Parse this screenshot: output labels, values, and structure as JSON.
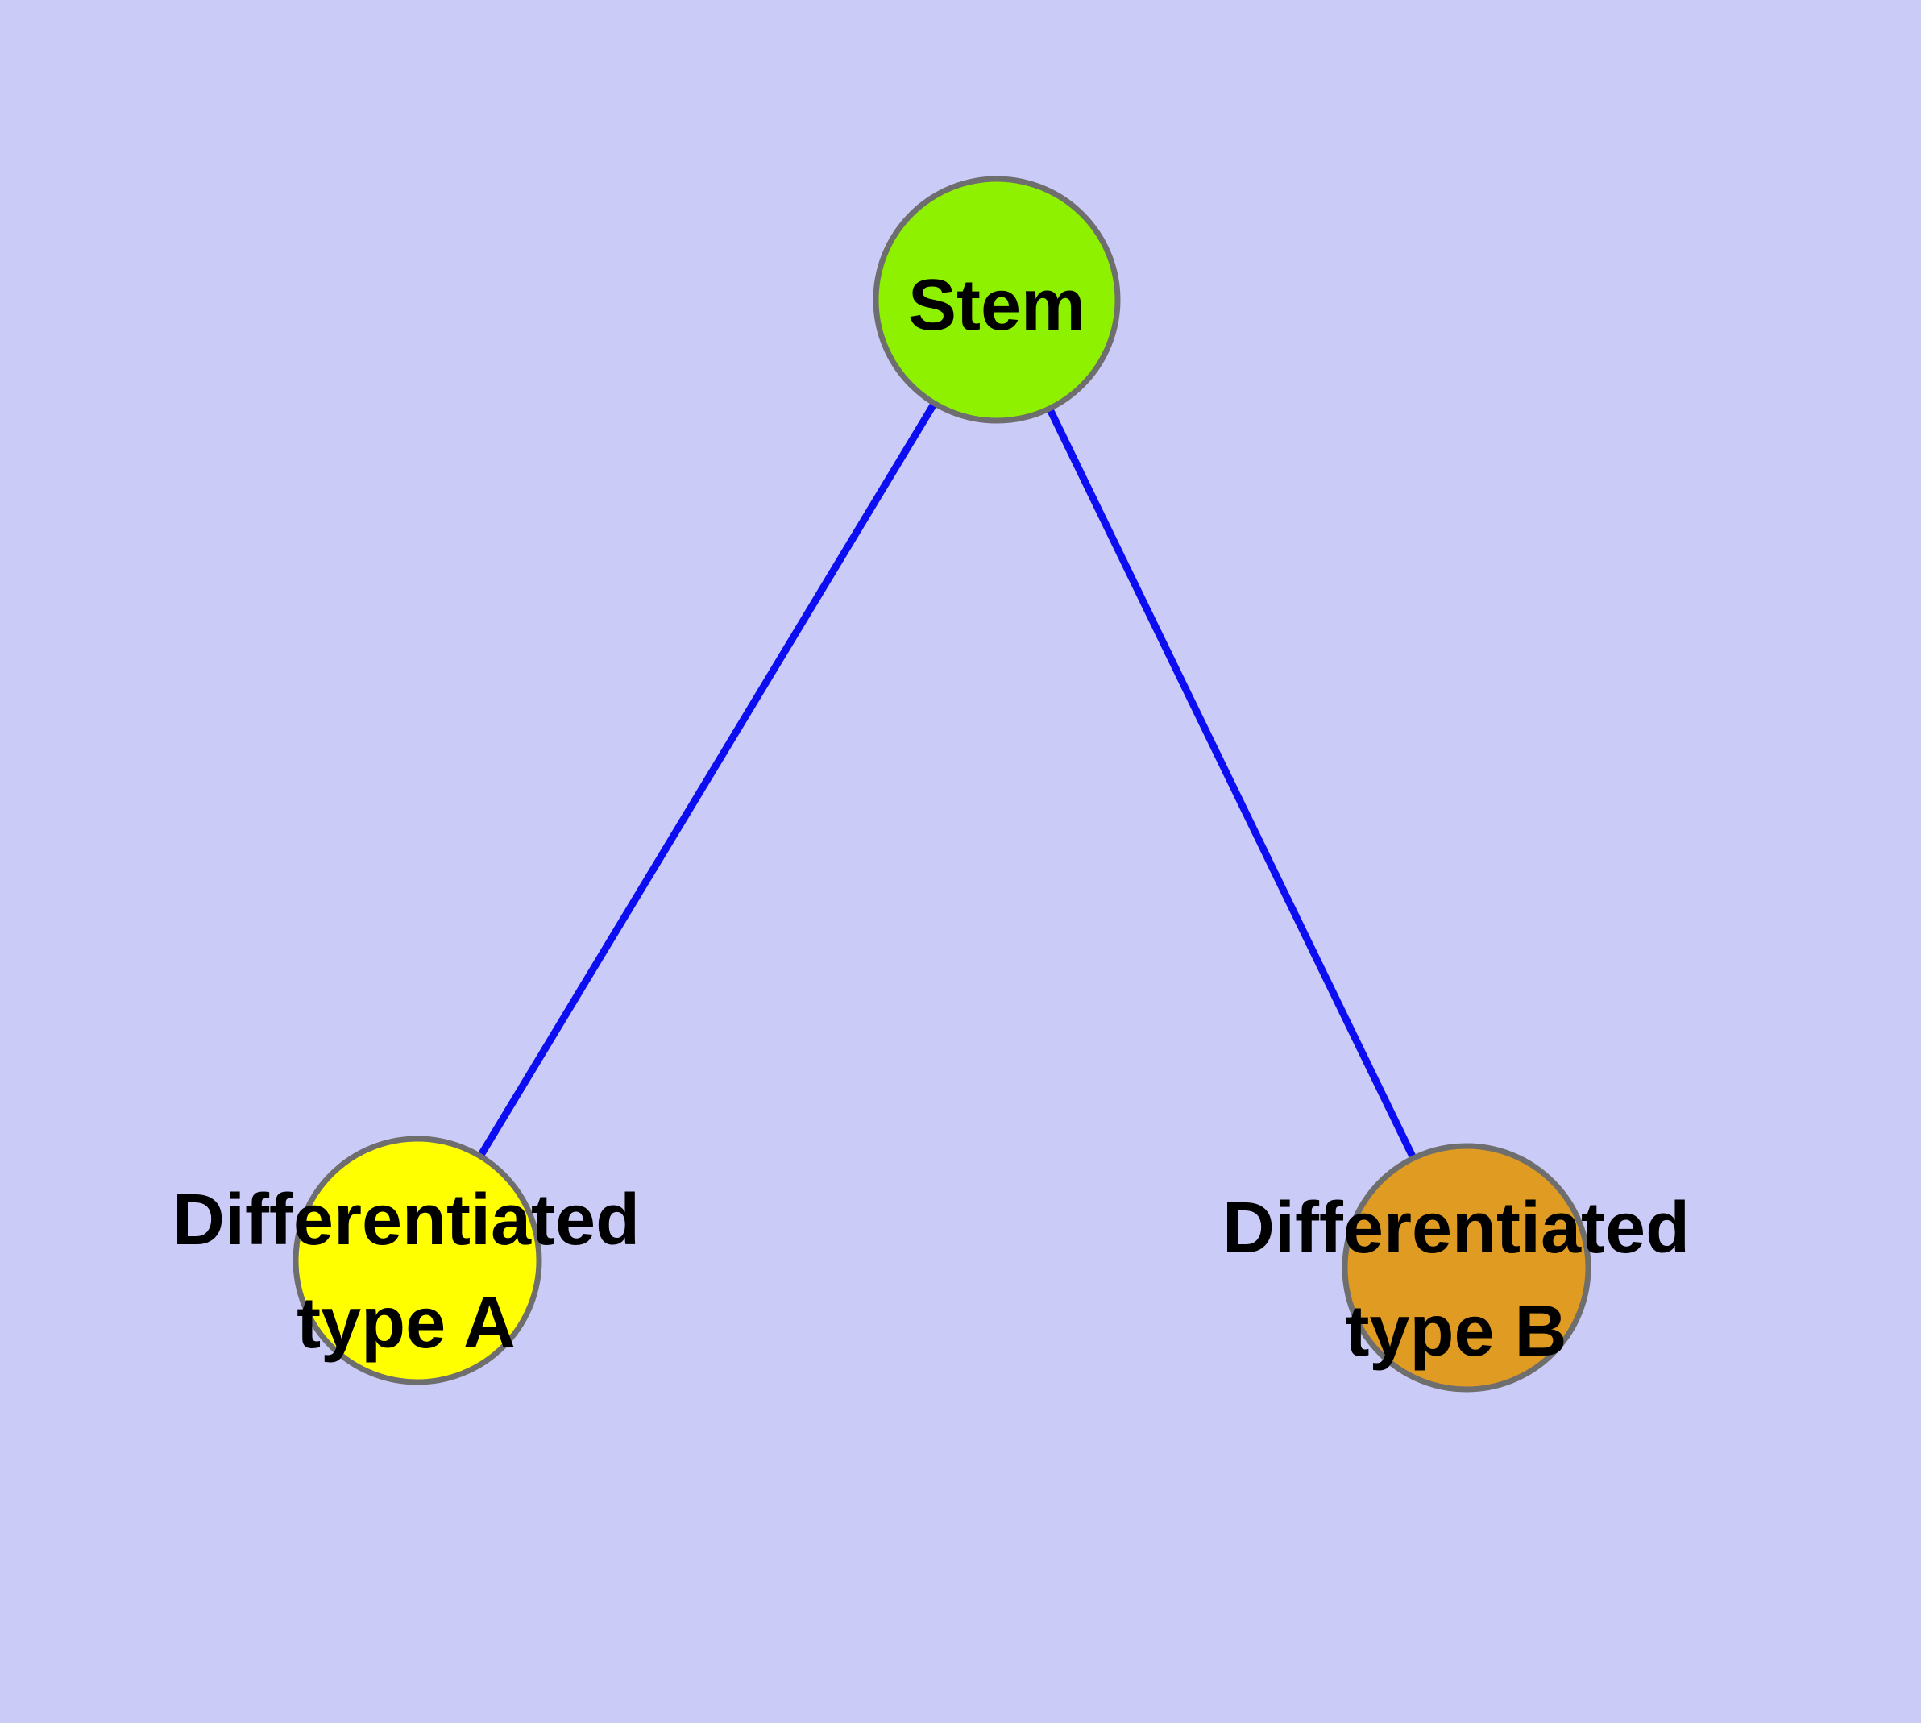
{
  "diagram": {
    "background_color": "#cbcbf7",
    "edge_color": "#0d0df2",
    "node_border_color": "#6e6e6e",
    "label_color": "#000000",
    "nodes": [
      {
        "id": "stem",
        "label": "Stem",
        "fill": "#8df100"
      },
      {
        "id": "type_a",
        "label": "Differentiated\ntype A",
        "fill": "#ffff00"
      },
      {
        "id": "type_b",
        "label": "Differentiated\ntype B",
        "fill": "#e09b22"
      }
    ],
    "edges": [
      {
        "from": "Stem",
        "to": "Differentiated type A"
      },
      {
        "from": "Stem",
        "to": "Differentiated type B"
      }
    ]
  }
}
